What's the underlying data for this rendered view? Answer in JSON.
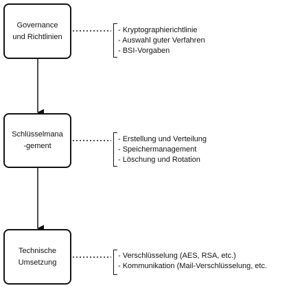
{
  "nodes": [
    {
      "lines": [
        "Governance",
        "und Richtlinien"
      ],
      "items": [
        "- Kryptographierichtlinie",
        "- Auswahl guter Verfahren",
        "- BSI-Vorgaben"
      ]
    },
    {
      "lines": [
        "Schlüsselmana",
        "-gement"
      ],
      "items": [
        "- Erstellung und Verteilung",
        "- Speichermanagement",
        "- Löschung und Rotation"
      ]
    },
    {
      "lines": [
        "Technische",
        "Umsetzung"
      ],
      "items": [
        "- Verschlüsselung (AES, RSA, etc.)",
        "- Kommunikation (Mail-Verschlüsselung, etc."
      ]
    }
  ]
}
